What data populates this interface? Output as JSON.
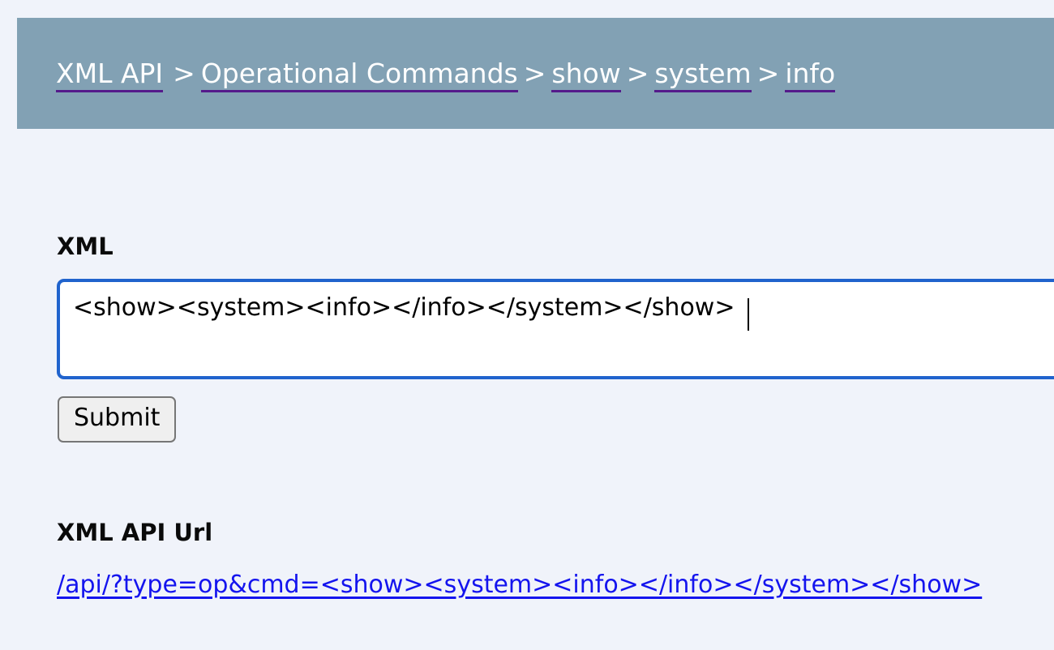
{
  "page": {
    "background_color": "#f0f3fa"
  },
  "header": {
    "background_color": "#82a1b4",
    "link_color": "#ffffff",
    "underline_color": "#551a8b",
    "breadcrumb": [
      {
        "label": "XML API",
        "type": "link"
      },
      {
        "label": ">",
        "type": "separator"
      },
      {
        "label": "Operational Commands",
        "type": "link"
      },
      {
        "label": ">",
        "type": "separator"
      },
      {
        "label": "show",
        "type": "link"
      },
      {
        "label": ">",
        "type": "separator"
      },
      {
        "label": "system",
        "type": "link"
      },
      {
        "label": ">",
        "type": "separator"
      },
      {
        "label": "info",
        "type": "link"
      }
    ]
  },
  "main": {
    "xml_section": {
      "label": "XML",
      "textarea_value": "<show><system><info></info></system></show>",
      "textarea_placeholder": "",
      "focus_border_color": "#2063cd",
      "caret_visible": true
    },
    "submit": {
      "label": "Submit",
      "background_color": "#efefef",
      "border_color": "#767676"
    },
    "url_section": {
      "label": "XML API Url",
      "url": "/api/?type=op&cmd=<show><system><info></info></system></show>",
      "link_color": "#1414ee"
    }
  }
}
